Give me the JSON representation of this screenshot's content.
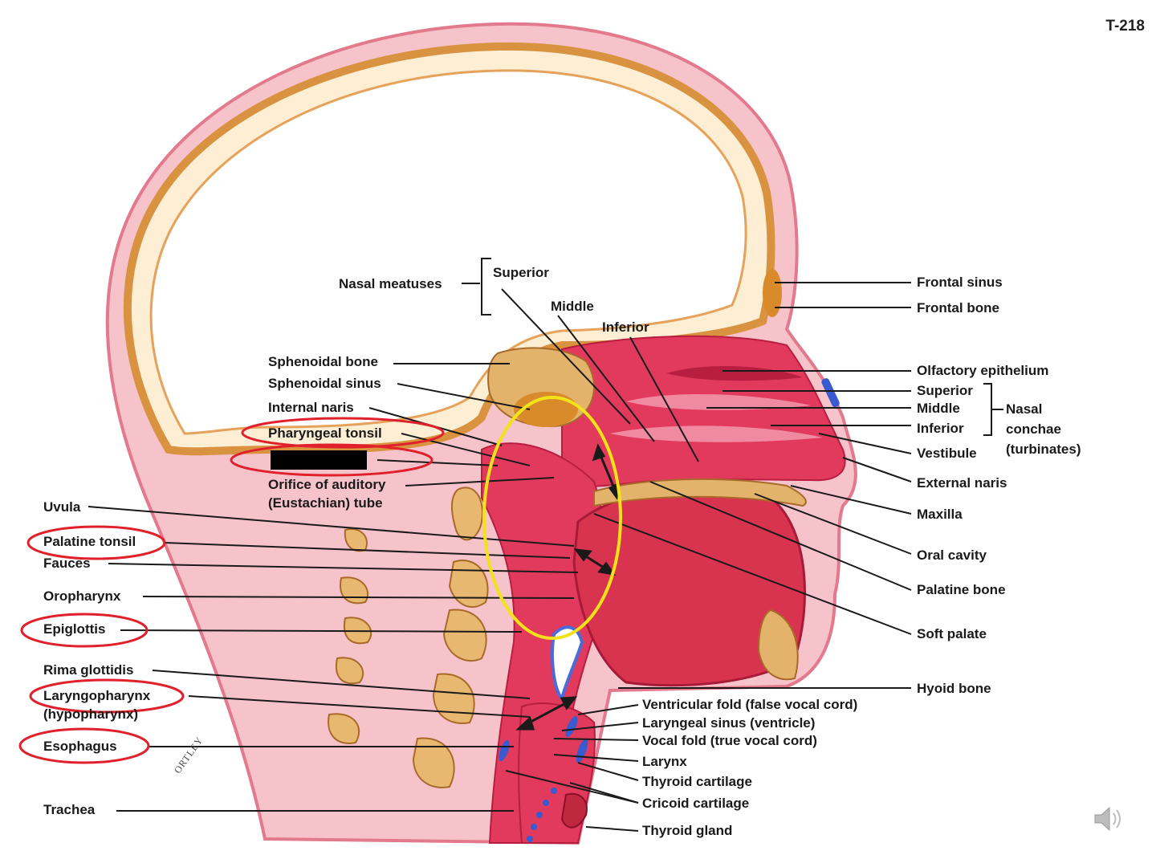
{
  "page_number": "T-218",
  "signature": "ORTLEY",
  "colors": {
    "tissue": "#e23a5c",
    "tissue_dark": "#b81e40",
    "skin": "#f2a0ae",
    "bone": "#e3b26b",
    "bone_dark": "#a86a2a",
    "cartilage": "#4a6bd8",
    "highlight_red": "#e0202a",
    "highlight_yellow": "#f2e21a"
  },
  "labels": {
    "nasal_meatuses": "Nasal meatuses",
    "superior": "Superior",
    "middle": "Middle",
    "inferior": "Inferior",
    "sphenoidal_bone": "Sphenoidal bone",
    "sphenoidal_sinus": "Sphenoidal sinus",
    "internal_naris": "Internal naris",
    "pharyngeal_tonsil": "Pharyngeal tonsil",
    "orifice_line1": "Orifice of auditory",
    "orifice_line2": "(Eustachian) tube",
    "uvula": "Uvula",
    "palatine_tonsil": "Palatine tonsil",
    "fauces": "Fauces",
    "oropharynx": "Oropharynx",
    "epiglottis": "Epiglottis",
    "rima_glottidis": "Rima glottidis",
    "laryngopharynx": "Laryngopharynx",
    "hypopharynx": "(hypopharynx)",
    "esophagus": "Esophagus",
    "trachea": "Trachea",
    "frontal_sinus": "Frontal sinus",
    "frontal_bone": "Frontal bone",
    "olfactory_epithelium": "Olfactory epithelium",
    "conchae_superior": "Superior",
    "conchae_middle": "Middle",
    "conchae_inferior": "Inferior",
    "nasal": "Nasal",
    "conchae": "conchae",
    "turbinates": "(turbinates)",
    "vestibule": "Vestibule",
    "external_naris": "External naris",
    "maxilla": "Maxilla",
    "oral_cavity": "Oral cavity",
    "palatine_bone": "Palatine bone",
    "soft_palate": "Soft palate",
    "hyoid_bone": "Hyoid bone",
    "ventricular_fold": "Ventricular fold (false vocal cord)",
    "laryngeal_sinus": "Laryngeal sinus (ventricle)",
    "vocal_fold": "Vocal fold (true vocal cord)",
    "larynx": "Larynx",
    "thyroid_cartilage": "Thyroid cartilage",
    "cricoid_cartilage": "Cricoid cartilage",
    "thyroid_gland": "Thyroid gland"
  },
  "speaker_icon": "speaker-icon"
}
